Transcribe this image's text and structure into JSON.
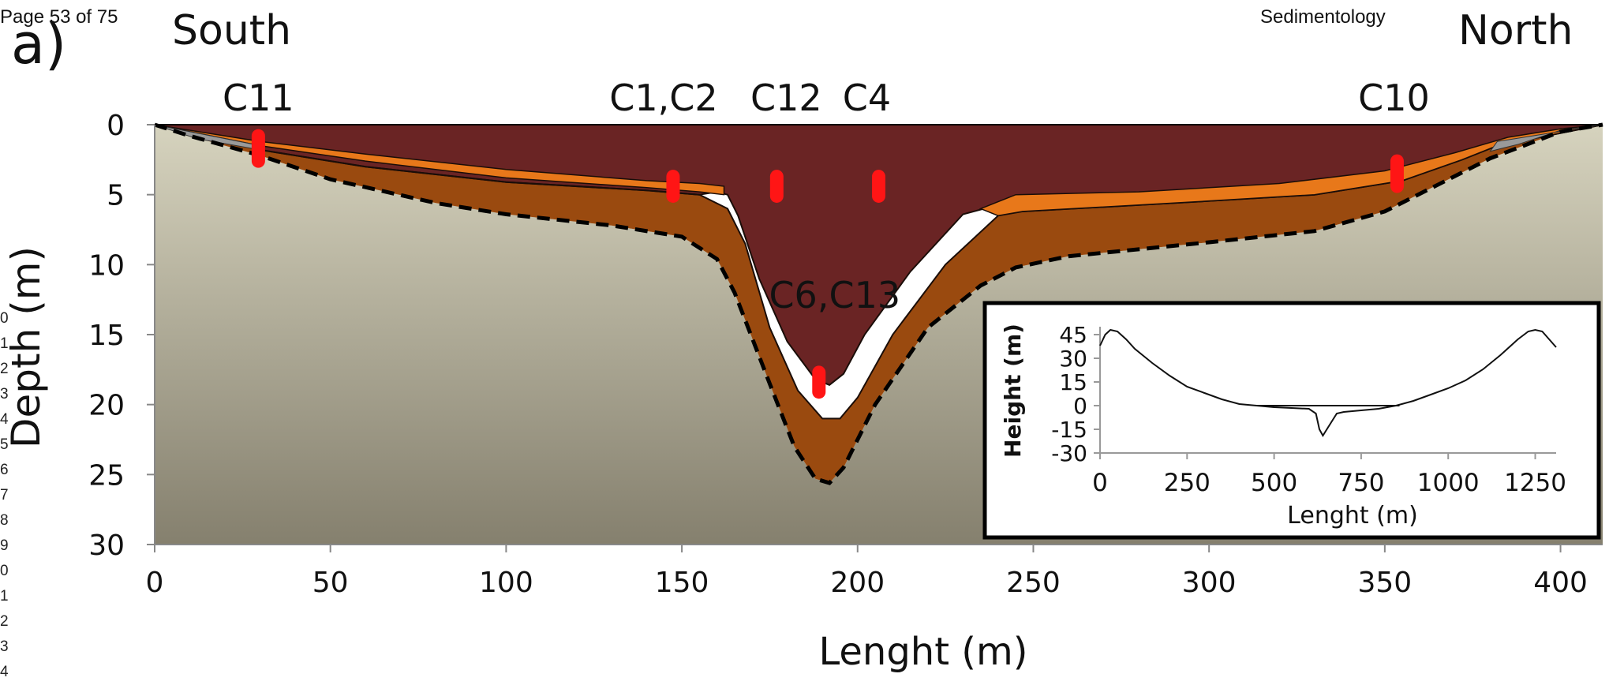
{
  "page": {
    "header_left": "Page 53 of 75",
    "header_right": "Sedimentology",
    "line_numbers": [
      "0",
      "1",
      "2",
      "3",
      "4",
      "5",
      "6",
      "7",
      "8",
      "9",
      "0",
      "1",
      "2",
      "3",
      "4"
    ]
  },
  "chart_data": [
    {
      "type": "area",
      "panel_label": "a)",
      "side_left_label": "South",
      "side_right_label": "North",
      "xlabel": "Lenght (m)",
      "ylabel": "Depth (m)",
      "xlim": [
        0,
        412
      ],
      "ylim": [
        30,
        0
      ],
      "xticks": [
        0,
        50,
        100,
        150,
        200,
        250,
        300,
        350,
        400
      ],
      "yticks": [
        0,
        5,
        10,
        15,
        20,
        25,
        30
      ],
      "colors": {
        "background_top": "#d6d3be",
        "background_bottom": "#85806e",
        "lower_unit": "#9a4a0f",
        "channel_fill_unit": "#6a2424",
        "upper_unit": "#e8781a",
        "grey_unit": "#9a9a9a",
        "core_marker": "#ff1515"
      },
      "series": [
        {
          "name": "",
          "role": "base_dashed",
          "x": [
            0,
            10,
            30,
            50,
            80,
            100,
            130,
            150,
            160,
            165,
            175,
            182,
            188,
            192,
            196,
            205,
            220,
            235,
            245,
            260,
            300,
            330,
            350,
            365,
            380,
            400,
            412
          ],
          "y": [
            0,
            0.8,
            2.2,
            3.9,
            5.6,
            6.4,
            7.2,
            8.0,
            9.6,
            12.0,
            18.5,
            23.0,
            25.3,
            25.6,
            24.5,
            20.0,
            14.5,
            11.5,
            10.2,
            9.4,
            8.4,
            7.6,
            6.2,
            4.3,
            2.4,
            0.5,
            0
          ]
        },
        {
          "name": "",
          "role": "lower_top",
          "x": [
            0,
            30,
            60,
            100,
            140,
            155,
            163,
            168,
            175,
            183,
            190,
            195,
            200,
            210,
            225,
            240,
            247,
            290,
            330,
            355,
            372,
            382,
            400,
            412
          ],
          "y": [
            0,
            1.8,
            3.0,
            4.1,
            4.7,
            5.0,
            6.0,
            8.5,
            14.5,
            19.0,
            21.0,
            21.0,
            19.5,
            15.0,
            10.0,
            6.5,
            6.2,
            5.6,
            5.0,
            4.0,
            2.5,
            1.5,
            0.6,
            0
          ]
        },
        {
          "name": "",
          "role": "channel_fill_top",
          "x": [
            0,
            30,
            60,
            100,
            140,
            155,
            160,
            163,
            166,
            172,
            180,
            188,
            192,
            196,
            202,
            215,
            230,
            236,
            247,
            290,
            330,
            355,
            372,
            382,
            400,
            412
          ],
          "y": [
            0,
            1.8,
            3.0,
            4.1,
            4.7,
            5.0,
            4.8,
            5.0,
            6.5,
            11.0,
            15.5,
            18.2,
            18.6,
            17.8,
            15.0,
            10.5,
            6.4,
            6.0,
            6.2,
            5.6,
            5.0,
            4.0,
            2.5,
            1.5,
            0.6,
            0
          ]
        },
        {
          "name": "",
          "role": "orange_top",
          "x": [
            0,
            30,
            60,
            100,
            140,
            155,
            162,
            235,
            245,
            280,
            320,
            350,
            370,
            385,
            400,
            412
          ],
          "y": [
            0,
            1.2,
            2.1,
            3.2,
            4.0,
            4.2,
            4.4,
            6.0,
            5.0,
            4.8,
            4.2,
            3.3,
            2.0,
            0.9,
            0.3,
            0
          ]
        },
        {
          "name": "",
          "role": "orange_bottom",
          "x": [
            0,
            30,
            60,
            100,
            140,
            155,
            162
          ],
          "y": [
            0,
            1.5,
            2.6,
            3.8,
            4.5,
            4.8,
            5.0
          ]
        }
      ],
      "grey_wedges": [
        {
          "x": [
            0,
            12,
            28,
            30,
            12,
            0
          ],
          "y": [
            0,
            0.6,
            1.4,
            1.8,
            1.0,
            0
          ]
        },
        {
          "x": [
            382,
            392,
            412,
            400,
            388,
            380
          ],
          "y": [
            1.2,
            0.8,
            0,
            0.4,
            1.4,
            1.9
          ]
        }
      ],
      "cores": [
        {
          "label": "C11",
          "x": 29.5,
          "y_top": 0.8,
          "y_bottom": 2.6
        },
        {
          "label": "C1,C2",
          "x": 147.5,
          "y_top": 3.7,
          "y_bottom": 5.1
        },
        {
          "label": "C12",
          "x": 177,
          "y_top": 3.7,
          "y_bottom": 5.1
        },
        {
          "label": "C4",
          "x": 206,
          "y_top": 3.7,
          "y_bottom": 5.1
        },
        {
          "label": "C6,C13",
          "x": 189,
          "y_top": 17.7,
          "y_bottom": 19.1
        },
        {
          "label": "C10",
          "x": 353.5,
          "y_top": 2.6,
          "y_bottom": 4.4
        }
      ]
    },
    {
      "type": "line",
      "role": "inset",
      "xlabel": "Lenght (m)",
      "ylabel": "Height (m)",
      "xlim": [
        0,
        1310
      ],
      "ylim": [
        -30,
        50
      ],
      "xticks": [
        0,
        250,
        500,
        750,
        1000,
        1250
      ],
      "yticks": [
        45,
        30,
        15,
        0,
        -15,
        -30
      ],
      "series": [
        {
          "name": "",
          "x": [
            0,
            15,
            30,
            50,
            75,
            100,
            150,
            200,
            250,
            300,
            350,
            400,
            450,
            500,
            550,
            600,
            620,
            630,
            640,
            660,
            680,
            700,
            750,
            800,
            850,
            900,
            950,
            1000,
            1050,
            1100,
            1150,
            1200,
            1230,
            1250,
            1270,
            1290,
            1310
          ],
          "y": [
            38,
            45,
            48,
            47,
            42,
            36,
            27,
            19,
            12,
            8,
            4,
            1,
            0,
            -1,
            -1.5,
            -2,
            -5,
            -15,
            -19,
            -12,
            -5,
            -4,
            -3,
            -2,
            0,
            3,
            7,
            11,
            16,
            23,
            32,
            42,
            47,
            48,
            47,
            42,
            37
          ]
        },
        {
          "name": "",
          "role": "reference_level",
          "x": [
            450,
            860
          ],
          "y": [
            0,
            0
          ]
        }
      ]
    }
  ]
}
